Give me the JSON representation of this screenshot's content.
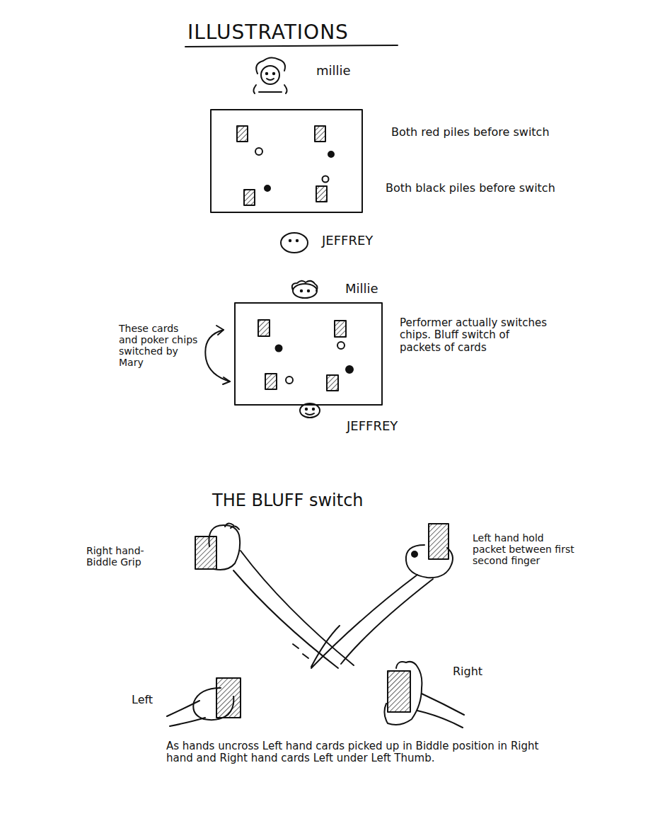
{
  "diagram": {
    "title": "ILLUSTRATIONS",
    "labels": [
      "millie",
      "Both red piles before switch",
      "Both black piles before switch",
      "JEFFREY",
      "Millie",
      "These cards and poker chips switched by Mary",
      "Performer actually switches chips. Bluff switch of packets of cards",
      "JEFFREY",
      "THE BLUFF switch",
      "Right hand- Biddle Grip",
      "Left hand hold packet between first second finger",
      "Left",
      "Right",
      "As hands uncross Left hand cards picked up in Biddle position in Right hand and Right hand cards Left under Left Thumb."
    ]
  }
}
